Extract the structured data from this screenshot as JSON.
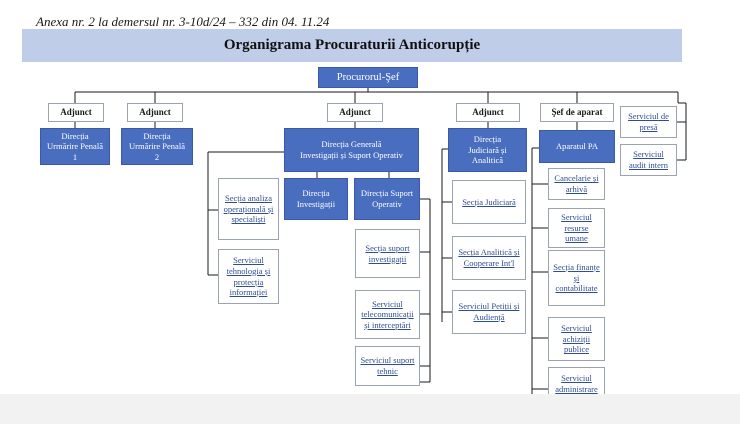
{
  "annex": "Anexa nr. 2 la demersul nr. 3-10d/24 – 332 din 04. 11.24",
  "title": "Organigrama Procuraturii Anticorupție",
  "chief": "Procurorul-Şef",
  "deputies": [
    "Adjunct",
    "Adjunct",
    "Adjunct",
    "Adjunct"
  ],
  "head_of_staff": "Şef de aparat",
  "units": {
    "presa": "Serviciul de\npresă",
    "audit": "Serviciul\naudit intern",
    "dup1": "Direcția\nUrmărire Penală 1",
    "dup2": "Direcția\nUrmărire Penală 2",
    "dgiso": "Direcția Generală\nInvestigații și Suport Operativ",
    "dja": "Direcția\nJudiciară și\nAnalitică",
    "apa": "Aparatul PA",
    "dinv": "Direcția\nInvestigații",
    "dso": "Direcția Suport\nOperativ",
    "saos": "Secția analiza\noperațională și\nspecialiști",
    "stpi": "Serviciul\ntehnologia și\nprotecția\ninformației",
    "ssi": "Secția suport\ninvestigații",
    "stci": "Serviciul\ntelecomunicații\nși interceptări",
    "sst": "Serviciul suport\ntehnic",
    "sj": "Secția Judiciară",
    "saci": "Secția Analitică și\nCooperare Int'l",
    "spa": "Serviciul Petiții și\nAudiență",
    "ca": "Cancelarie și\narhivă",
    "sru": "Serviciul\nresurse umane",
    "sfc": "Secția finanțe\nși\ncontabilitate",
    "sap": "Serviciul\nachiziții\npublice",
    "sal": "Serviciul\nadministrare\nși logistică"
  },
  "colors": {
    "header_blue": "#4a6ebf",
    "title_bar": "#bfcde8",
    "link_text": "#2e4d93"
  }
}
